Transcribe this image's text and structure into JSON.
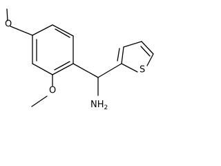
{
  "structure": {
    "atom_labels": {
      "methoxy_top_oxygen": "O",
      "methoxy_bottom_oxygen": "O",
      "amine": "NH",
      "amine_subscript": "2",
      "thiophene_sulfur": "S"
    }
  },
  "colors": {
    "bond": "#000000",
    "label": "#000000",
    "background": "#ffffff"
  }
}
